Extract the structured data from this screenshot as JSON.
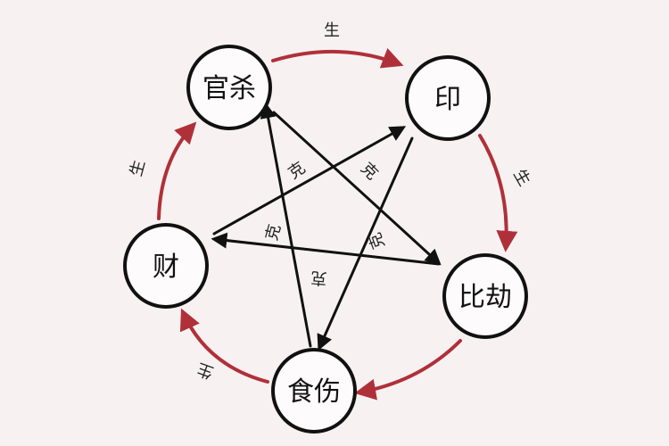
{
  "nodes": {
    "guansha": "官杀",
    "yin": "印",
    "bijie": "比劫",
    "shishang": "食伤",
    "cai": "财"
  },
  "generate_label": "生",
  "control_label": "克",
  "colors": {
    "generate": "#b0303a",
    "control": "#111111",
    "node_stroke": "#111111",
    "background": "#f7f2f1"
  }
}
